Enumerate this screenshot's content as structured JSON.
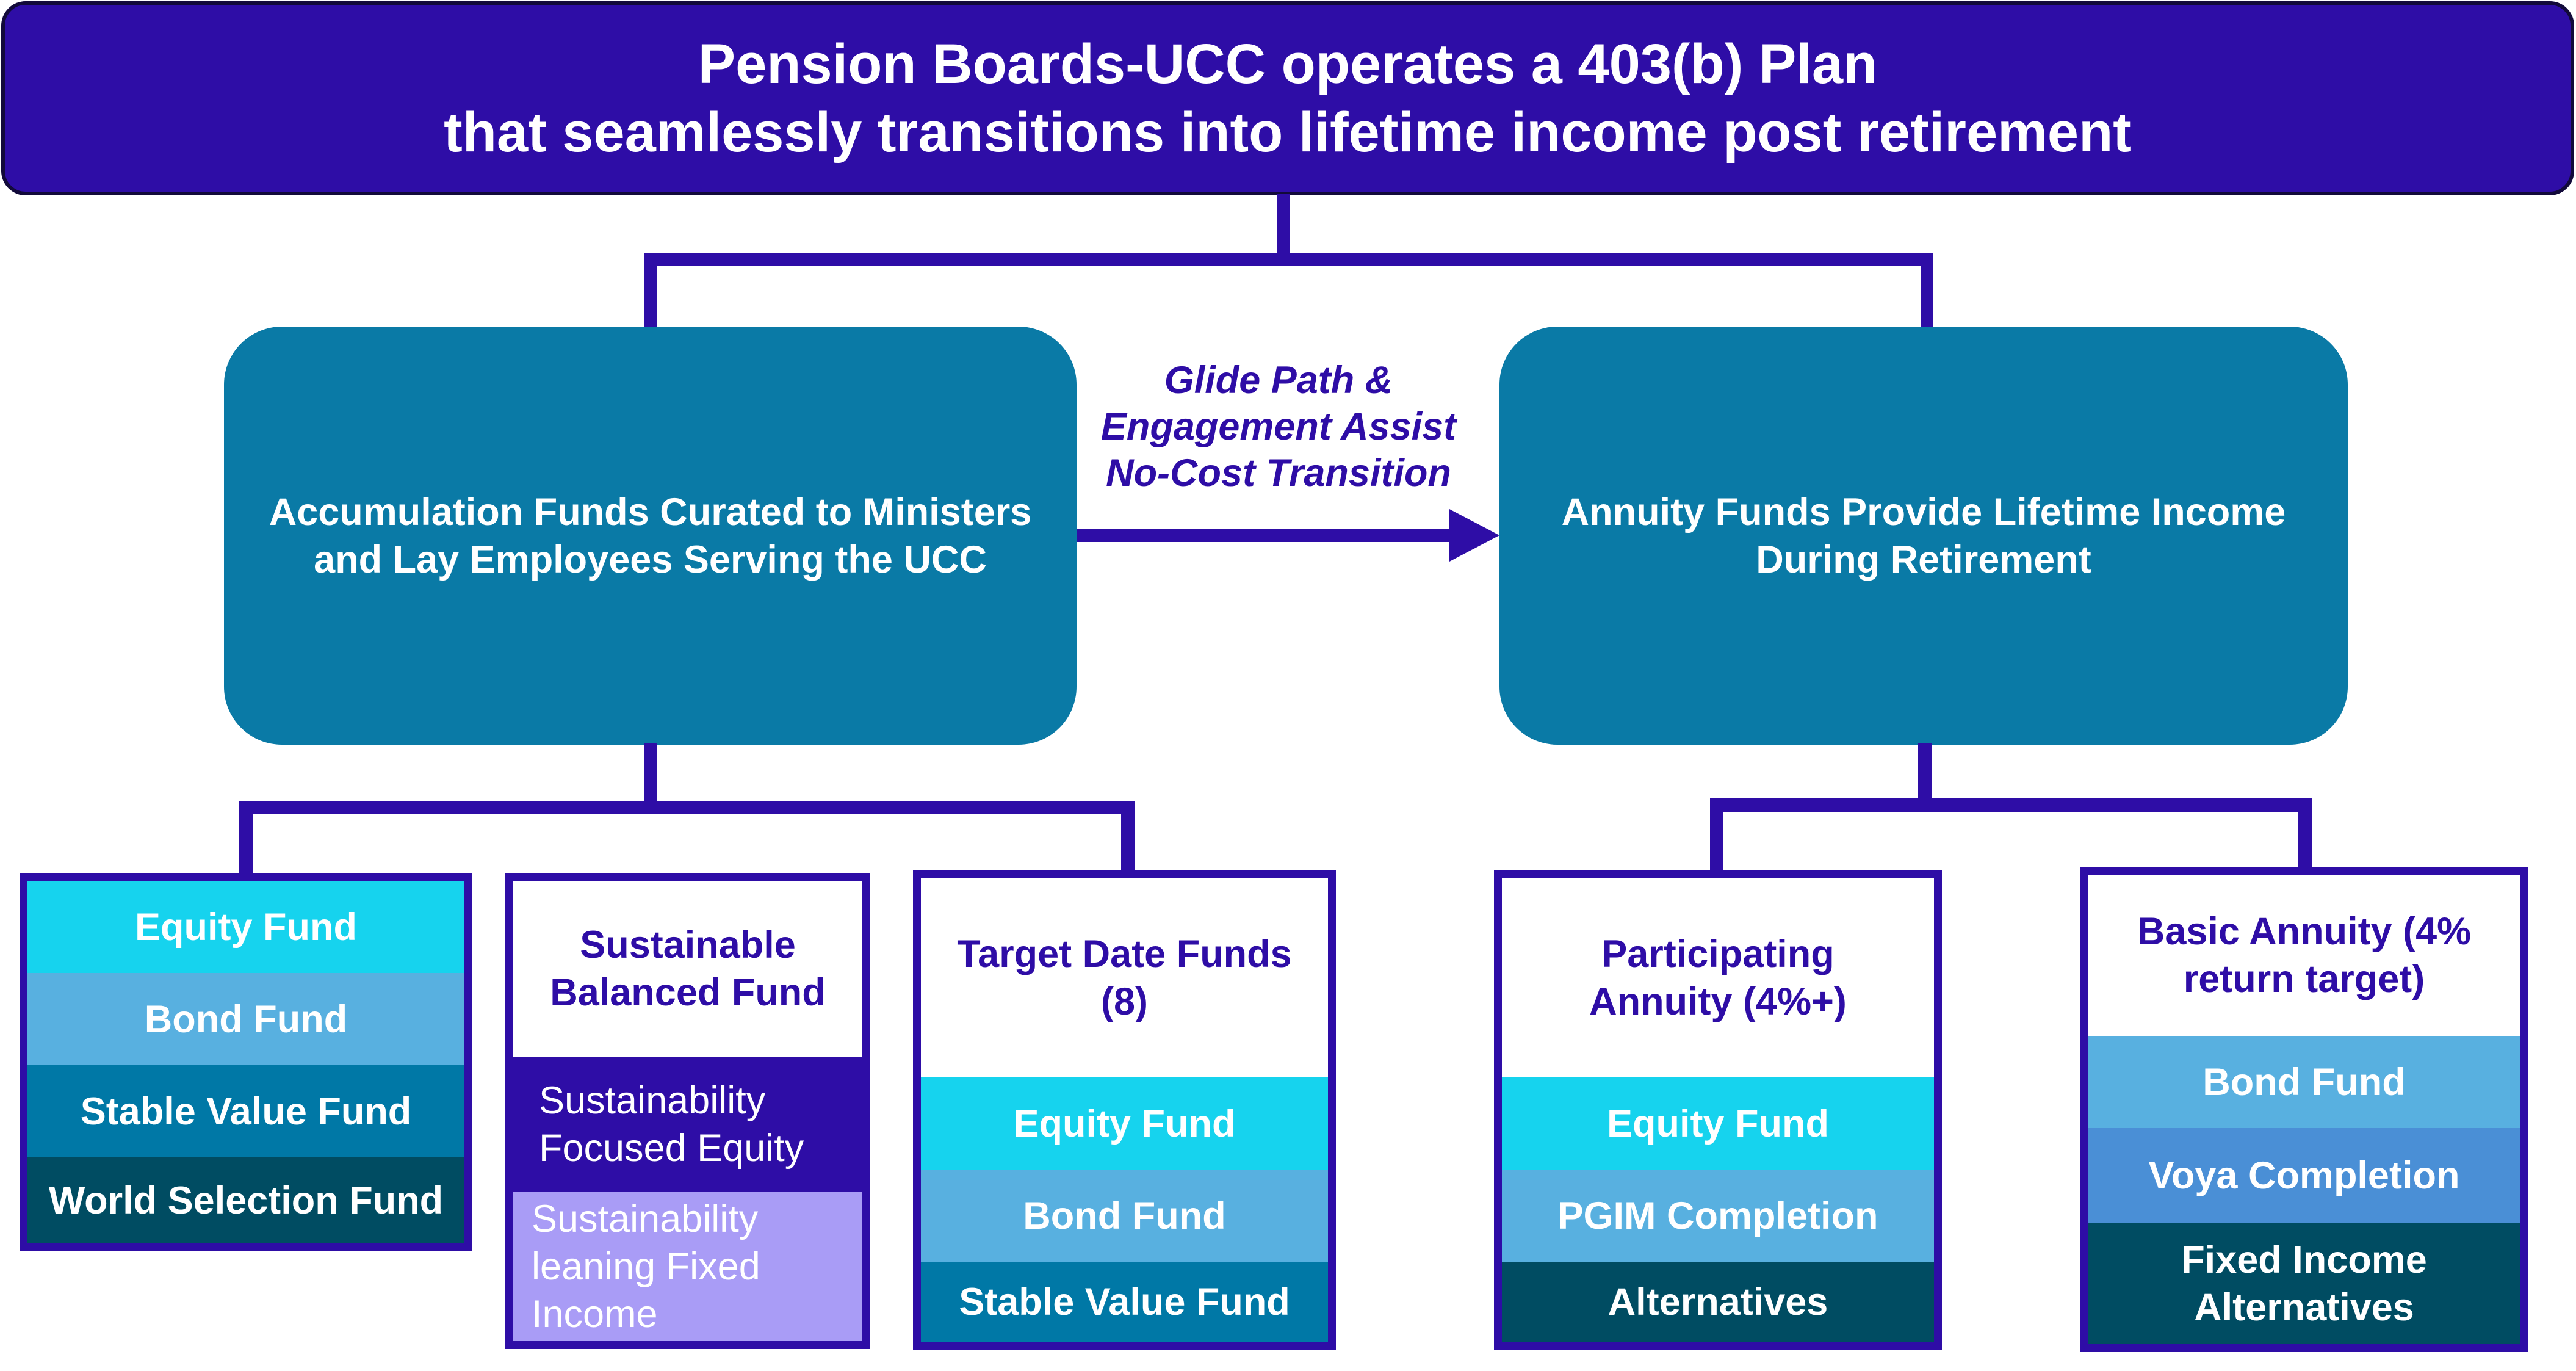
{
  "title": {
    "line1": "Pension Boards-UCC operates a 403(b) Plan",
    "line2": "that seamlessly transitions into lifetime income post retirement"
  },
  "accumulation": {
    "label": "Accumulation Funds Curated to Ministers and Lay Employees Serving the UCC"
  },
  "annuity": {
    "label": "Annuity Funds  Provide Lifetime Income During Retirement"
  },
  "transition": {
    "line1": "Glide Path &",
    "line2": "Engagement Assist",
    "line3": "No-Cost Transition"
  },
  "funds_list": {
    "items": [
      "Equity Fund",
      "Bond Fund",
      "Stable Value Fund",
      "World Selection Fund"
    ]
  },
  "sustainable": {
    "title": "Sustainable Balanced Fund",
    "items": [
      "Sustainability Focused Equity",
      "Sustainability leaning Fixed Income"
    ]
  },
  "target_date": {
    "title": "Target Date Funds (8)",
    "items": [
      "Equity Fund",
      "Bond Fund",
      "Stable Value Fund"
    ]
  },
  "participating": {
    "title": "Participating Annuity (4%+)",
    "items": [
      "Equity Fund",
      "PGIM Completion",
      "Alternatives"
    ]
  },
  "basic": {
    "title": "Basic Annuity (4% return target)",
    "items": [
      "Bond Fund",
      "Voya Completion",
      "Fixed Income Alternatives"
    ]
  },
  "colors": {
    "navy": "#2e0da6",
    "teal": "#0a7aa6",
    "equity": "#16d3ee",
    "bond": "#58b0e0",
    "stable": "#0078a6",
    "dark": "#004c62",
    "voya": "#4a8fd6",
    "lavender": "#a99cf6"
  }
}
